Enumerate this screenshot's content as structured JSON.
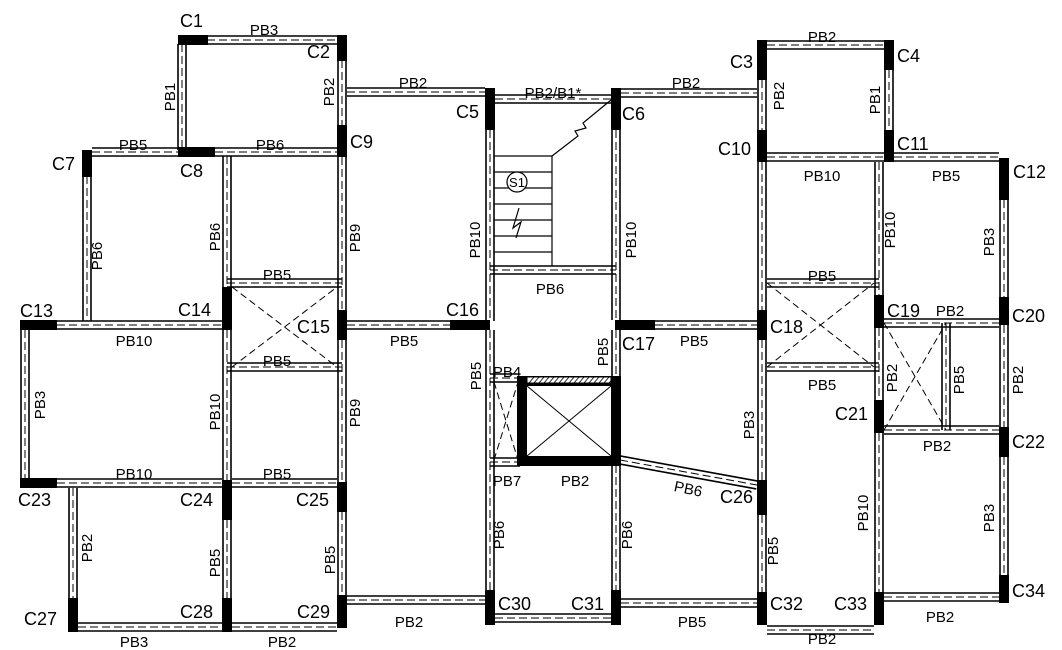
{
  "title": "Structural framing plan",
  "columns": [
    "C1",
    "C2",
    "C3",
    "C4",
    "C5",
    "C6",
    "C7",
    "C8",
    "C9",
    "C10",
    "C11",
    "C12",
    "C13",
    "C14",
    "C15",
    "C16",
    "C17",
    "C18",
    "C19",
    "C20",
    "C21",
    "C22",
    "C23",
    "C24",
    "C25",
    "C26",
    "C27",
    "C28",
    "C29",
    "C30",
    "C31",
    "C32",
    "C33",
    "C34"
  ],
  "beam_labels": [
    "PB3",
    "PB1",
    "PB2",
    "PB2",
    "PB2/B1*",
    "PB2",
    "PB2",
    "PB2",
    "PB1",
    "PB10",
    "PB5",
    "PB3",
    "PB5",
    "PB6",
    "PB6",
    "PB6",
    "PB9",
    "PB10",
    "PB10",
    "PB6",
    "PB5",
    "PB10",
    "PB5",
    "PB5",
    "PB10",
    "PB9",
    "PB3",
    "PB5",
    "PB4",
    "PB5",
    "PB5",
    "PB7",
    "PB2",
    "PB6",
    "PB10",
    "PB5",
    "PB2",
    "PB5",
    "PB5",
    "PB6",
    "PB6",
    "PB3",
    "PB5",
    "PB5",
    "PB10",
    "PB2",
    "PB2",
    "PB5",
    "PB2",
    "PB2",
    "PB10",
    "PB3",
    "PB5",
    "PB3",
    "PB2",
    "PB2",
    "PB5",
    "PB2",
    "PB2"
  ],
  "stair_label": "S1",
  "colors": {
    "line": "#000000",
    "background": "#ffffff"
  }
}
